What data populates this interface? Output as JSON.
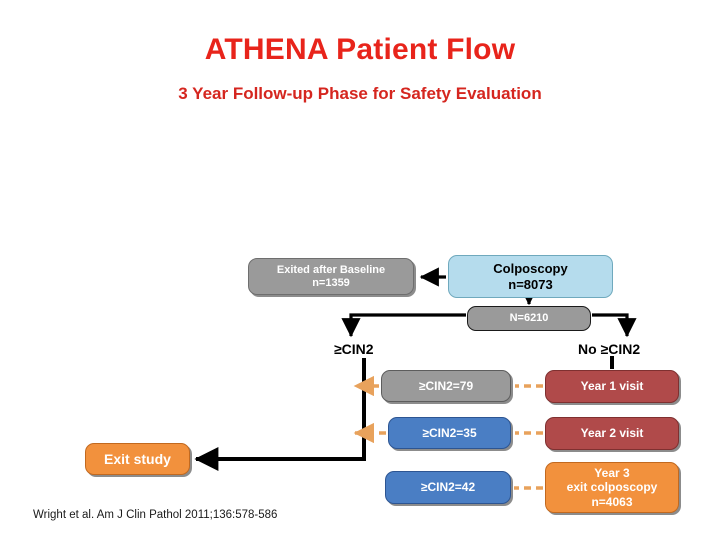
{
  "header": {
    "title": "ATHENA Patient Flow",
    "subtitle": "3 Year Follow-up Phase for Safety Evaluation",
    "title_color": "#e8241b",
    "subtitle_color": "#d5261f"
  },
  "citation": "Wright et al.  Am J Clin Pathol 2011;136:578-586",
  "colors": {
    "gray_box": "#9a9a9a",
    "light_blue_box": "#b5dced",
    "blue_box": "#4a7ec4",
    "red_box": "#b04a4a",
    "orange_box": "#f2913d",
    "arrow_black": "#000000",
    "arrow_orange": "#e8a25c"
  },
  "diagram": {
    "type": "flowchart",
    "nodes": [
      {
        "id": "colposcopy",
        "label": "Colposcopy\nn=8073",
        "line1": "Colposcopy",
        "line2": "n=8073",
        "color": "#b5dced",
        "text_color": "#000000"
      },
      {
        "id": "exited",
        "label": "Exited after Baseline\nn=1359",
        "line1": "Exited after Baseline",
        "line2": "n=1359",
        "color": "#9a9a9a",
        "text_color": "#ffffff"
      },
      {
        "id": "n6210",
        "label": "N=6210",
        "color": "#9a9a9a",
        "text_color": "#ffffff"
      },
      {
        "id": "cin2_79",
        "label": "≥CIN2=79",
        "color": "#9a9a9a",
        "text_color": "#ffffff"
      },
      {
        "id": "cin2_35",
        "label": "≥CIN2=35",
        "color": "#4a7ec4",
        "text_color": "#ffffff"
      },
      {
        "id": "cin2_42",
        "label": "≥CIN2=42",
        "color": "#4a7ec4",
        "text_color": "#ffffff"
      },
      {
        "id": "year1",
        "label": "Year 1 visit",
        "color": "#b04a4a",
        "text_color": "#ffffff"
      },
      {
        "id": "year2",
        "label": "Year 2 visit",
        "color": "#b04a4a",
        "text_color": "#ffffff"
      },
      {
        "id": "year3",
        "label": "Year 3\nexit colposcopy\nn=4063",
        "line1": "Year 3",
        "line2": "exit colposcopy",
        "line3": "n=4063",
        "color": "#f2913d",
        "text_color": "#ffffff"
      },
      {
        "id": "exit_study",
        "label": "Exit study",
        "color": "#f2913d",
        "text_color": "#ffffff"
      }
    ],
    "branch_labels": {
      "left": "≥CIN2",
      "right": "No ≥CIN2"
    },
    "edges": [
      {
        "from": "colposcopy",
        "to": "exited",
        "style": "solid",
        "color": "#000000"
      },
      {
        "from": "colposcopy",
        "to": "n6210",
        "style": "solid",
        "color": "#000000"
      },
      {
        "from": "n6210",
        "to": "cin2_branch",
        "style": "solid",
        "color": "#000000"
      },
      {
        "from": "n6210",
        "to": "nocin2_branch",
        "style": "solid",
        "color": "#000000"
      },
      {
        "from": "year1",
        "to": "cin2_79",
        "style": "dashed",
        "color": "#e8a25c"
      },
      {
        "from": "cin2_79",
        "to": "exit_line",
        "style": "dashed",
        "color": "#e8a25c"
      },
      {
        "from": "year2",
        "to": "cin2_35",
        "style": "dashed",
        "color": "#e8a25c"
      },
      {
        "from": "cin2_35",
        "to": "exit_line",
        "style": "dashed",
        "color": "#e8a25c"
      },
      {
        "from": "year3",
        "to": "cin2_42",
        "style": "dashed",
        "color": "#e8a25c"
      },
      {
        "from": "exit_line",
        "to": "exit_study",
        "style": "solid",
        "color": "#000000"
      },
      {
        "from": "nocin2_branch",
        "to": "year1",
        "style": "solid",
        "color": "#000000"
      }
    ]
  }
}
